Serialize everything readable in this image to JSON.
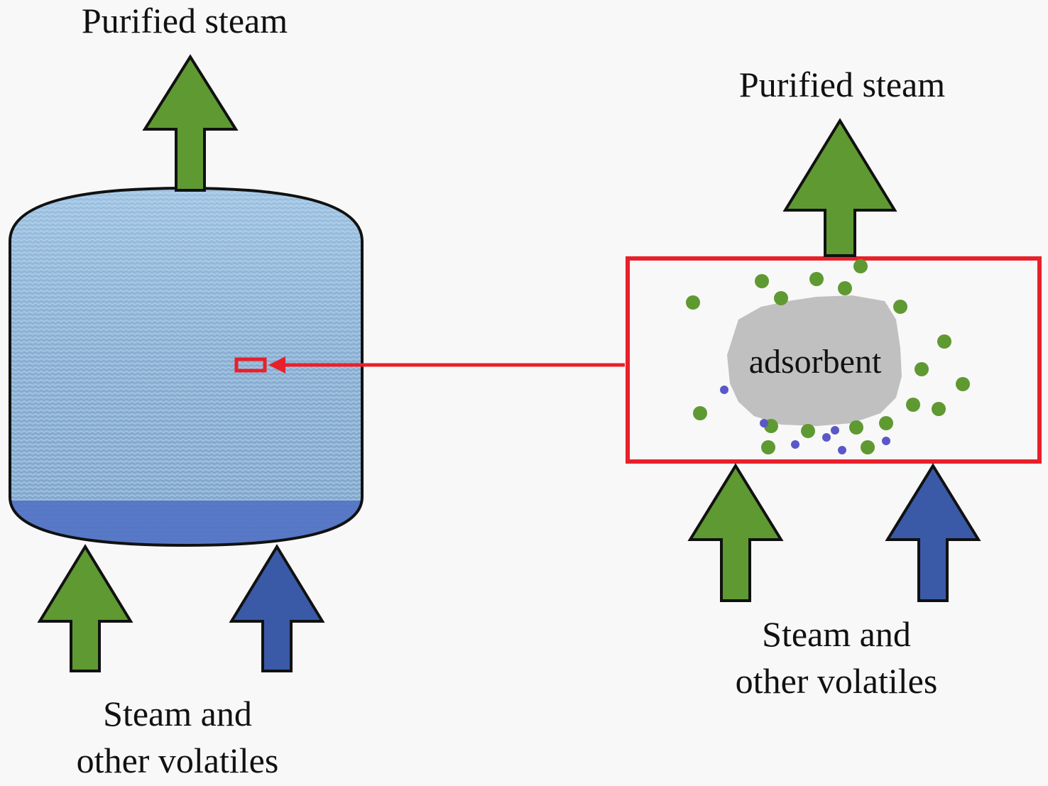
{
  "labels": {
    "left_top": "Purified steam",
    "left_bottom_line1": "Steam and",
    "left_bottom_line2": "other volatiles",
    "right_top": "Purified steam",
    "right_bottom_line1": "Steam and",
    "right_bottom_line2": "other volatiles",
    "adsorbent": "adsorbent"
  },
  "colors": {
    "steam_green": "#5f9932",
    "volatile_blue": "#3a5aa8",
    "vessel_fill": "#8fb4d8",
    "vessel_bottom": "#5272c4",
    "callout_red": "#e8202a",
    "adsorbent_gray": "#c0c0c0",
    "background": "#f8f8f8"
  }
}
